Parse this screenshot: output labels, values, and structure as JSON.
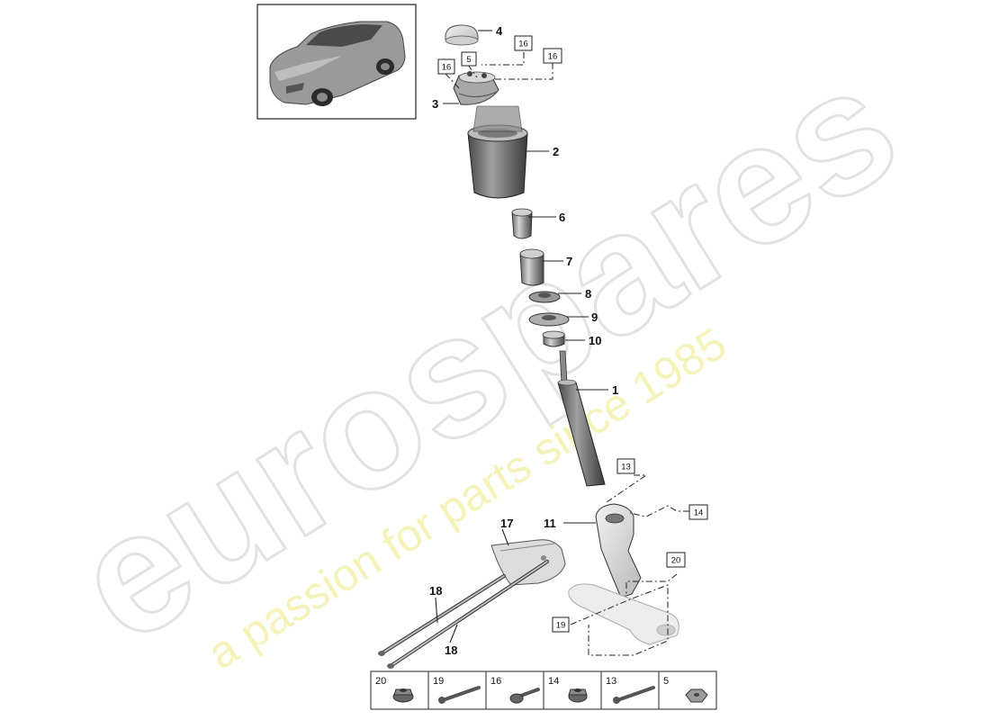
{
  "diagram": {
    "watermark": {
      "brand": "eurospares",
      "tagline": "a passion for parts since 1985"
    },
    "callouts": [
      {
        "id": "c1",
        "label": "1"
      },
      {
        "id": "c2",
        "label": "2"
      },
      {
        "id": "c3",
        "label": "3"
      },
      {
        "id": "c4",
        "label": "4"
      },
      {
        "id": "c6",
        "label": "6"
      },
      {
        "id": "c7",
        "label": "7"
      },
      {
        "id": "c8",
        "label": "8"
      },
      {
        "id": "c9",
        "label": "9"
      },
      {
        "id": "c10",
        "label": "10"
      },
      {
        "id": "c11",
        "label": "11"
      },
      {
        "id": "c17",
        "label": "17"
      },
      {
        "id": "c18a",
        "label": "18"
      },
      {
        "id": "c18b",
        "label": "18"
      }
    ],
    "boxed_refs": [
      {
        "id": "b16a",
        "label": "16"
      },
      {
        "id": "b5",
        "label": "5"
      },
      {
        "id": "b16b",
        "label": "16"
      },
      {
        "id": "b16c",
        "label": "16"
      },
      {
        "id": "b13",
        "label": "13"
      },
      {
        "id": "b14",
        "label": "14"
      },
      {
        "id": "b20",
        "label": "20"
      },
      {
        "id": "b19",
        "label": "19"
      }
    ],
    "fastener_table": [
      {
        "label": "20",
        "icon": "flange-nut-icon"
      },
      {
        "label": "19",
        "icon": "bolt-long-icon"
      },
      {
        "label": "16",
        "icon": "flange-bolt-icon"
      },
      {
        "label": "14",
        "icon": "flange-nut-icon"
      },
      {
        "label": "13",
        "icon": "bolt-long-icon"
      },
      {
        "label": "5",
        "icon": "hex-nut-icon"
      }
    ]
  }
}
